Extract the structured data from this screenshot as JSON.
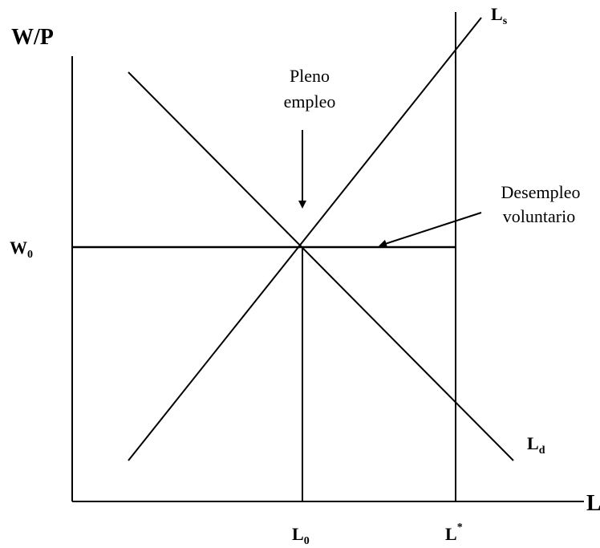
{
  "labels": {
    "y_axis": "W/P",
    "x_axis": "L",
    "supply": "L",
    "supply_sub": "s",
    "demand": "L",
    "demand_sub": "d",
    "wage": "W",
    "wage_sub": "0",
    "eq_labor": "L",
    "eq_labor_sub": "0",
    "full_labor": "L",
    "full_labor_sup": "*",
    "pleno_line1": "Pleno",
    "pleno_line2": "empleo",
    "desempleo_line1": "Desempleo",
    "desempleo_line2": "voluntario"
  }
}
